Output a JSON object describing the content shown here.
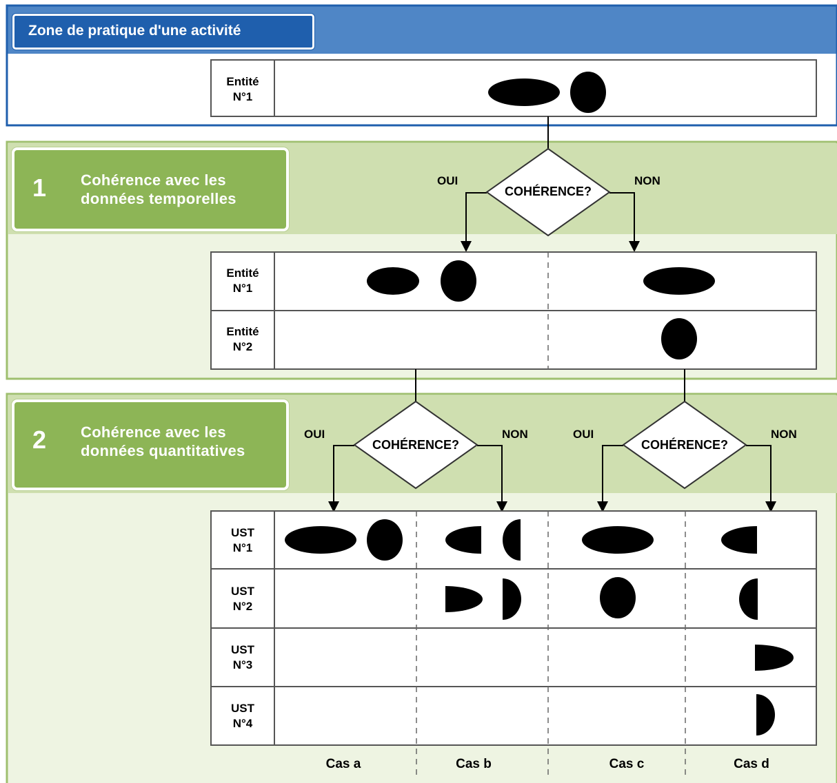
{
  "zone": {
    "title": "Zone de pratique d'une activité"
  },
  "top_table": {
    "rows": [
      {
        "label_line1": "Entité",
        "label_line2": "N°1"
      }
    ]
  },
  "section1": {
    "number": "1",
    "title_line1": "Cohérence avec les",
    "title_line2": "données temporelles",
    "decision": {
      "label": "COHÉRENCE?",
      "yes": "OUI",
      "no": "NON"
    },
    "rows": [
      {
        "label_line1": "Entité",
        "label_line2": "N°1"
      },
      {
        "label_line1": "Entité",
        "label_line2": "N°2"
      }
    ]
  },
  "section2": {
    "number": "2",
    "title_line1": "Cohérence avec les",
    "title_line2": "données quantitatives",
    "decision_left": {
      "label": "COHÉRENCE?",
      "yes": "OUI",
      "no": "NON"
    },
    "decision_right": {
      "label": "COHÉRENCE?",
      "yes": "OUI",
      "no": "NON"
    },
    "rows": [
      {
        "label_line1": "UST",
        "label_line2": "N°1"
      },
      {
        "label_line1": "UST",
        "label_line2": "N°2"
      },
      {
        "label_line1": "UST",
        "label_line2": "N°3"
      },
      {
        "label_line1": "UST",
        "label_line2": "N°4"
      }
    ],
    "cases": [
      "Cas a",
      "Cas b",
      "Cas c",
      "Cas d"
    ]
  },
  "colors": {
    "zone_header": "#4f86c6",
    "zone_title_bg": "#1f5fad",
    "zone_border": "#1f5fad",
    "section_band": "#cfdfb0",
    "section_band_light": "#eef4e2",
    "section_box": "#8db556",
    "section_border": "#9fbf6f"
  }
}
